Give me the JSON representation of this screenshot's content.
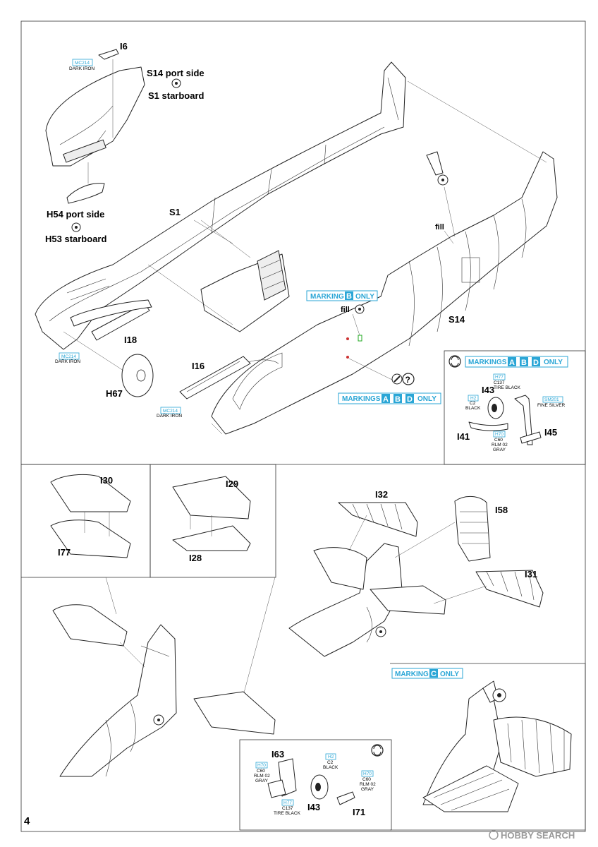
{
  "page_number": "4",
  "watermark": "HOBBY SEARCH",
  "parts": {
    "I6": "I6",
    "S1": "S1",
    "S14": "S14",
    "I18": "I18",
    "I16": "I16",
    "H67": "H67",
    "I43": "I43",
    "I41": "I41",
    "I45": "I45",
    "I30": "I30",
    "I77": "I77",
    "I29": "I29",
    "I28": "I28",
    "I32": "I32",
    "I58": "I58",
    "I31": "I31",
    "I63": "I63",
    "I43b": "I43",
    "I71": "I71"
  },
  "notes": {
    "s14_port": "S14 port side",
    "s1_starboard": "S1 starboard",
    "h54_port": "H54 port side",
    "h53_starboard": "H53 starboard",
    "fill_a": "fill",
    "fill_b": "fill"
  },
  "colors": {
    "mc214_code": "MC214",
    "mc214_name": "DARK IRON",
    "h77_code": "H77",
    "c137": "C137",
    "tire_black": "TIRE BLACK",
    "h2_code": "H2",
    "c2": "C2",
    "black": "BLACK",
    "sm201_code": "SM201",
    "fine_silver": "FINE SILVER",
    "h70_code": "H70",
    "c60": "C60",
    "rlm02": "RLM 02",
    "gray": "GRAY"
  },
  "markings": {
    "b_only": {
      "prefix": "MARKING",
      "letters": [
        "B"
      ],
      "suffix": "ONLY"
    },
    "abd_only": {
      "prefix": "MARKINGS",
      "letters": [
        "A",
        "B",
        "D"
      ],
      "suffix": "ONLY"
    },
    "abd_only_2": {
      "prefix": "MARKINGS",
      "letters": [
        "A",
        "B",
        "D"
      ],
      "suffix": "ONLY"
    },
    "c_only": {
      "prefix": "MARKING",
      "letters": [
        "C"
      ],
      "suffix": "ONLY"
    }
  },
  "accent_color": "#2aa6d6",
  "icons": [
    "glue-icon",
    "question-icon",
    "rotate-icon",
    "hole-fill-icon"
  ]
}
